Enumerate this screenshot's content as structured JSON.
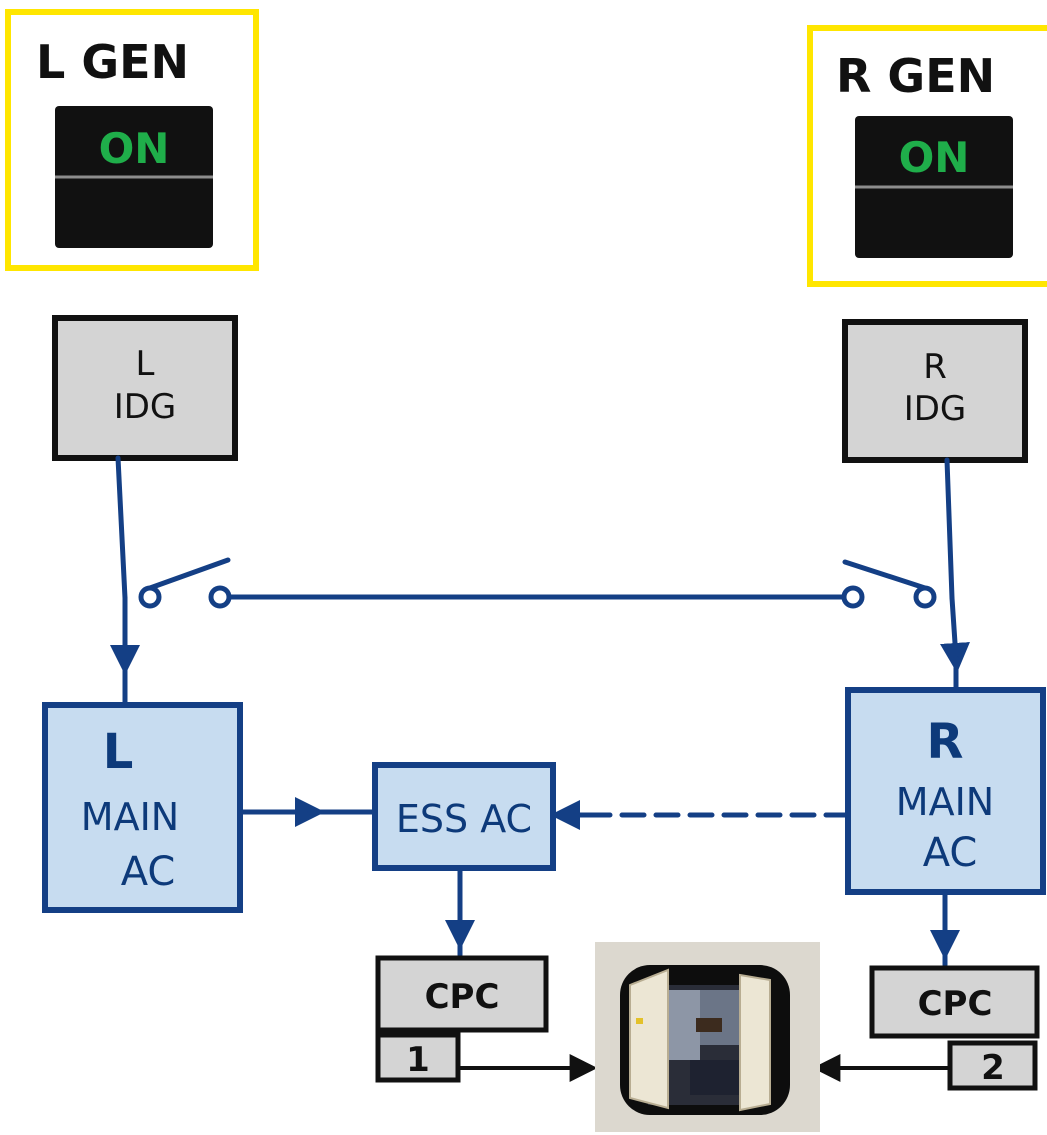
{
  "panels": {
    "left_gen": {
      "title": "L GEN",
      "switch_state": "ON"
    },
    "right_gen": {
      "title": "R GEN",
      "switch_state": "ON"
    }
  },
  "idg": {
    "left": {
      "line1": "L",
      "line2": "IDG"
    },
    "right": {
      "line1": "R",
      "line2": "IDG"
    }
  },
  "buses": {
    "left_main_ac": {
      "line1": "L",
      "line2": "MAIN",
      "line3": "AC"
    },
    "right_main_ac": {
      "line1": "R",
      "line2": "MAIN",
      "line3": "AC"
    },
    "ess_ac": {
      "label": "ESS AC"
    }
  },
  "cpc": {
    "left": {
      "label": "CPC",
      "number": "1"
    },
    "right": {
      "label": "CPC",
      "number": "2"
    }
  },
  "colors": {
    "panel_border": "#ffe600",
    "switch_face": "#111111",
    "switch_text": "#1fae4a",
    "idg_fill": "#d4d4d4",
    "bus_fill": "#c7dcf0",
    "wire": "#143f85",
    "black_wire": "#111111"
  },
  "icons": {
    "door_photo": "cargo-door-photo-icon"
  }
}
